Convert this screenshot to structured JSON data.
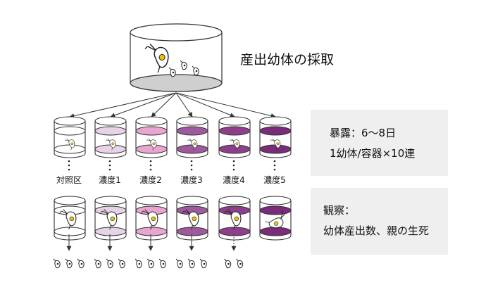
{
  "title": "産出幼体の採取",
  "groups": [
    {
      "label": "対照区",
      "color": "#ffffff",
      "neonates": 3,
      "dead": false
    },
    {
      "label": "濃度1",
      "color": "#e7d3e6",
      "neonates": 3,
      "dead": false
    },
    {
      "label": "濃度2",
      "color": "#e7a5cf",
      "neonates": 3,
      "dead": false
    },
    {
      "label": "濃度3",
      "color": "#9e5a9c",
      "neonates": 3,
      "dead": false
    },
    {
      "label": "濃度4",
      "color": "#8e3f8c",
      "neonates": 2,
      "dead": false
    },
    {
      "label": "濃度5",
      "color": "#7a2b79",
      "neonates": 0,
      "dead": true
    }
  ],
  "exposure_box": {
    "line1": "暴露：6～8日",
    "line2": "1幼体/容器×10連"
  },
  "observation_box": {
    "line1": "観察：",
    "line2": "幼体産出数、親の生死"
  },
  "colors": {
    "stroke": "#333333",
    "source_base": "#cfcfcf",
    "box_bg": "#efefef",
    "daphnia_eye": "#f2c400"
  }
}
